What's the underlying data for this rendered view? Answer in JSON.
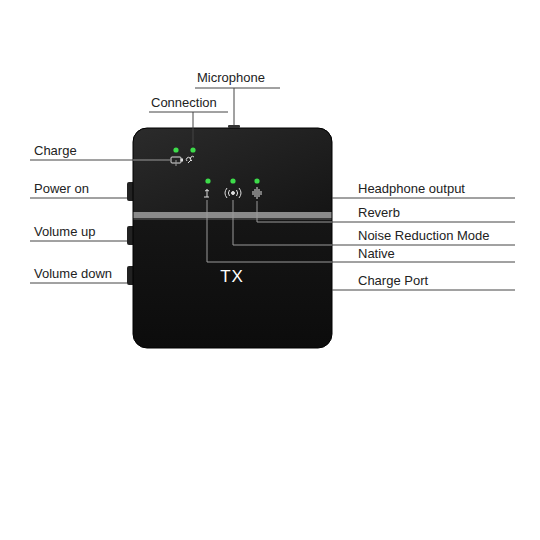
{
  "diagram": {
    "labels": [
      "Microphone",
      "Connection",
      "Charge",
      "Power on",
      "Volume up",
      "Volume down",
      "Headphone output",
      "Reverb",
      "Noise Reduction Mode",
      "Native",
      "Charge Port",
      "TX"
    ]
  }
}
